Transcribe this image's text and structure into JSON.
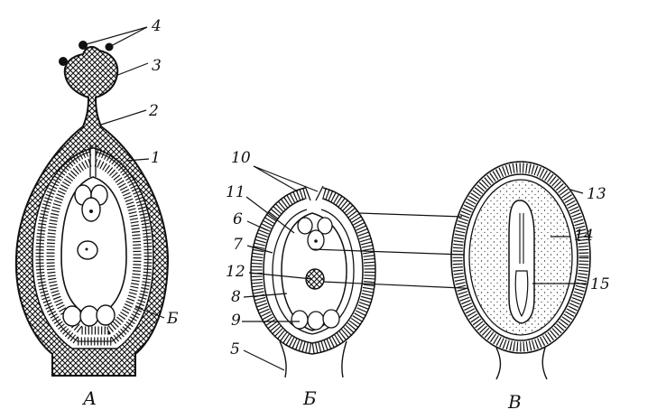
{
  "figure": {
    "panels": [
      {
        "id": "A",
        "caption": "А"
      },
      {
        "id": "B",
        "caption": "Б"
      },
      {
        "id": "C",
        "caption": "В"
      }
    ],
    "labels": {
      "l1": "1",
      "l2": "2",
      "l3": "3",
      "l4": "4",
      "l5": "5",
      "l6": "6",
      "l7": "7",
      "l8": "8",
      "l9": "9",
      "l10": "10",
      "l11": "11",
      "l12": "12",
      "l13": "13",
      "l14": "14",
      "l15": "15",
      "lB": "Б"
    }
  }
}
